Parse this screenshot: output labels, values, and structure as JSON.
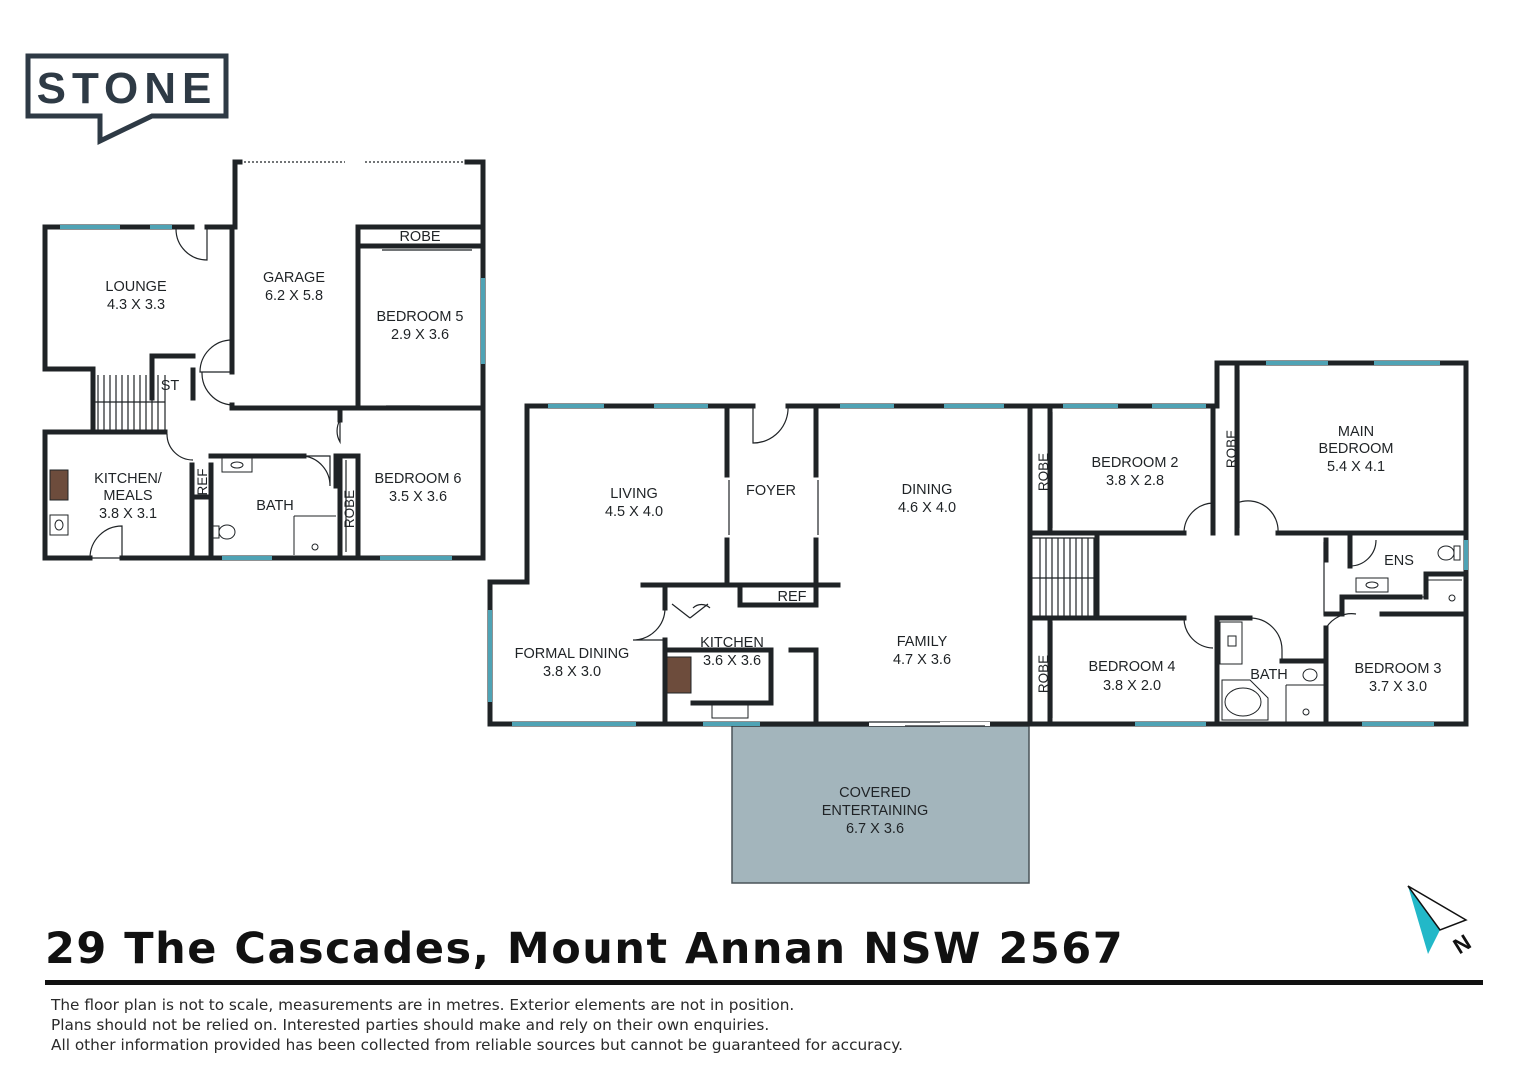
{
  "brand": {
    "name": "STONE"
  },
  "address": "29 The Cascades, Mount Annan NSW 2567",
  "compass": {
    "label": "N"
  },
  "disclaimer": [
    "The floor plan is not to scale, measurements are in metres. Exterior elements are not in position.",
    "Plans should not be relied on. Interested parties should make and rely on their own enquiries.",
    "All other information provided has been collected from reliable sources but cannot be guaranteed for accuracy."
  ],
  "colors": {
    "wall": "#1f2326",
    "window": "#4fa3b5",
    "entertaining": "#a3b5bc",
    "compass": "#22b8c8"
  },
  "rooms": {
    "lounge": {
      "name": "LOUNGE",
      "size": "4.3 X 3.3"
    },
    "garage": {
      "name": "GARAGE",
      "size": "6.2 X 5.8"
    },
    "bedroom5": {
      "name": "BEDROOM 5",
      "size": "2.9 X 3.6"
    },
    "robe_b5": "ROBE",
    "st": "ST",
    "kitchen_meals": {
      "name1": "KITCHEN/",
      "name2": "MEALS",
      "size": "3.8 X 3.1"
    },
    "ref_small": "REF",
    "bath_small": "BATH",
    "robe_b6": "ROBE",
    "bedroom6": {
      "name": "BEDROOM 6",
      "size": "3.5 X 3.6"
    },
    "living": {
      "name": "LIVING",
      "size": "4.5 X 4.0"
    },
    "foyer": "FOYER",
    "dining": {
      "name": "DINING",
      "size": "4.6 X 4.0"
    },
    "ref_main": "REF",
    "formal_dining": {
      "name": "FORMAL DINING",
      "size": "3.8 X 3.0"
    },
    "kitchen": {
      "name": "KITCHEN",
      "size": "3.6 X 3.6"
    },
    "family": {
      "name": "FAMILY",
      "size": "4.7 X 3.6"
    },
    "covered": {
      "name1": "COVERED",
      "name2": "ENTERTAINING",
      "size": "6.7 X 3.6"
    },
    "robe_b2": "ROBE",
    "bedroom2": {
      "name": "BEDROOM 2",
      "size": "3.8 X 2.8"
    },
    "robe_main": "ROBE",
    "main_bedroom": {
      "name1": "MAIN",
      "name2": "BEDROOM",
      "size": "5.4 X 4.1"
    },
    "ens": "ENS",
    "robe_b4": "ROBE",
    "bedroom4": {
      "name": "BEDROOM 4",
      "size": "3.8 X 2.0"
    },
    "bath_main": "BATH",
    "bedroom3": {
      "name": "BEDROOM 3",
      "size": "3.7 X 3.0"
    }
  }
}
